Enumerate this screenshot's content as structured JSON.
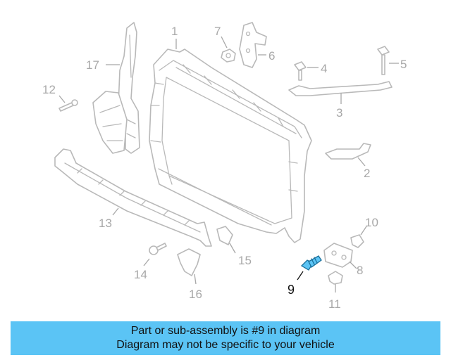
{
  "callouts": {
    "c1": "1",
    "c2": "2",
    "c3": "3",
    "c4": "4",
    "c5": "5",
    "c6": "6",
    "c7": "7",
    "c8": "8",
    "c9": "9",
    "c10": "10",
    "c11": "11",
    "c12": "12",
    "c13": "13",
    "c14": "14",
    "c15": "15",
    "c16": "16",
    "c17": "17"
  },
  "highlighted_part": "9",
  "colors": {
    "highlight": "#5bc4f5",
    "part_outline": "#b9b9b9",
    "callout_text": "#a8a8a8",
    "banner": "#5bc4f5"
  },
  "banner": {
    "line1": "Part or sub-assembly is #9 in diagram",
    "line2": "Diagram may not be specific to your vehicle"
  }
}
